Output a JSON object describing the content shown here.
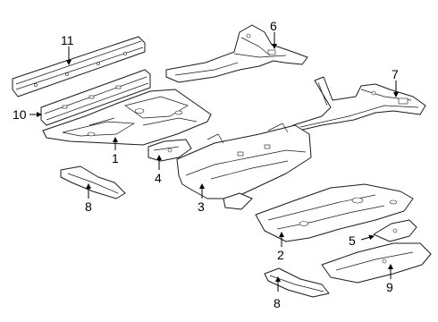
{
  "diagram": {
    "callouts": {
      "c1": "1",
      "c2": "2",
      "c3": "3",
      "c4": "4",
      "c5": "5",
      "c6": "6",
      "c7": "7",
      "c8a": "8",
      "c8b": "8",
      "c9": "9",
      "c10": "10",
      "c11": "11"
    },
    "colors": {
      "line": "#1a1a1a",
      "background": "#ffffff"
    }
  }
}
